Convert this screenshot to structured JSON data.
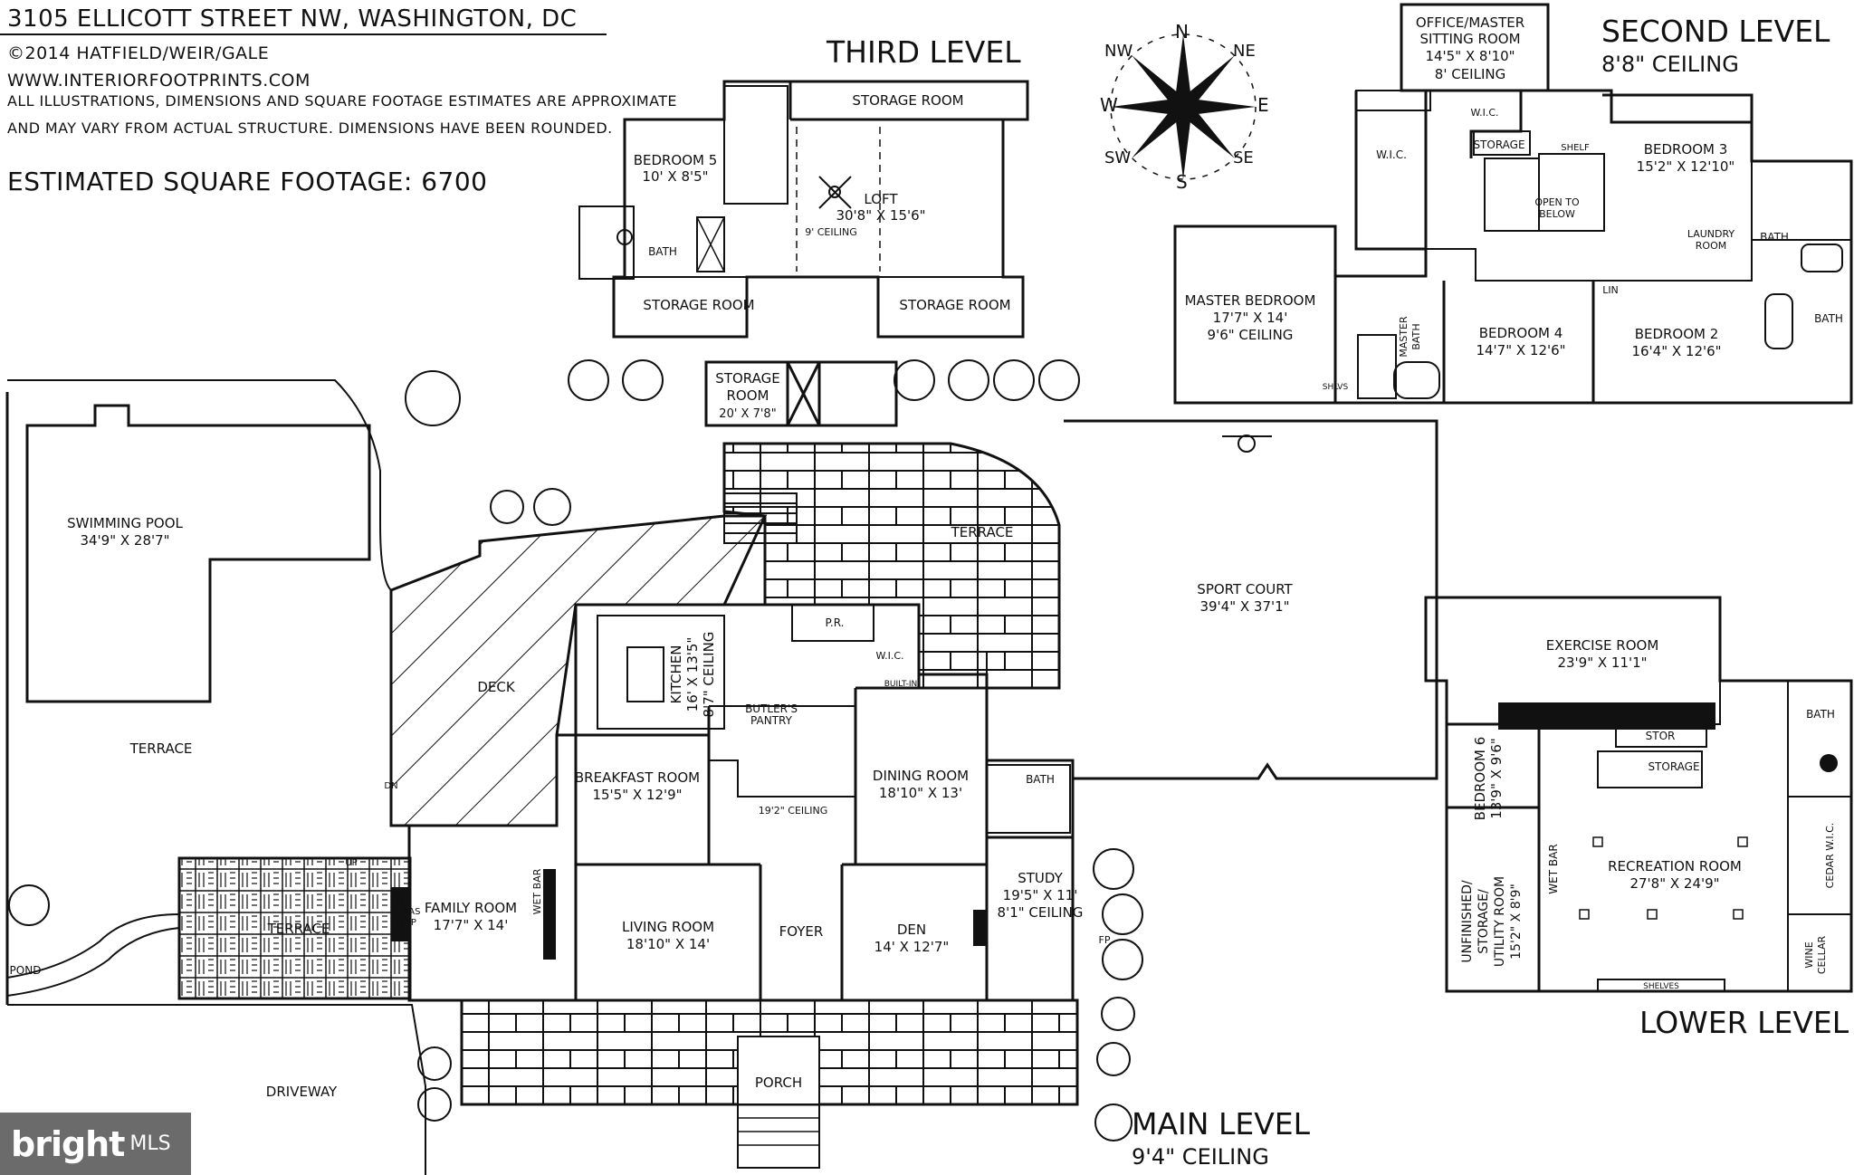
{
  "header": {
    "address": "3105 ELLICOTT STREET NW, WASHINGTON, DC",
    "copyright": "©2014 HATFIELD/WEIR/GALE",
    "website": "WWW.INTERIORFOOTPRINTS.COM",
    "disclaimer_line1": "ALL ILLUSTRATIONS, DIMENSIONS AND SQUARE FOOTAGE ESTIMATES ARE APPROXIMATE",
    "disclaimer_line2": "AND MAY VARY FROM ACTUAL STRUCTURE. DIMENSIONS HAVE BEEN ROUNDED.",
    "square_footage": "ESTIMATED SQUARE FOOTAGE: 6700"
  },
  "compass": {
    "n": "N",
    "s": "S",
    "e": "E",
    "w": "W",
    "ne": "NE",
    "nw": "NW",
    "se": "SE",
    "sw": "SW"
  },
  "levels": {
    "third": {
      "title": "THIRD LEVEL"
    },
    "second": {
      "title": "SECOND LEVEL",
      "ceiling": "8'8\" CEILING"
    },
    "main": {
      "title": "MAIN LEVEL",
      "ceiling": "9'4\" CEILING"
    },
    "lower": {
      "title": "LOWER LEVEL"
    }
  },
  "rooms": {
    "third_storage_top": "STORAGE ROOM",
    "bedroom5": "BEDROOM 5",
    "bedroom5_dim": "10' X 8'5\"",
    "loft": "LOFT",
    "loft_dim": "30'8\" X 15'6\"",
    "loft_ceiling": "9' CEILING",
    "third_bath": "BATH",
    "third_storage_left": "STORAGE ROOM",
    "third_storage_right": "STORAGE ROOM",
    "office": "OFFICE/MASTER",
    "office2": "SITTING ROOM",
    "office_dim": "14'5\" X 8'10\"",
    "office_ceiling": "8' CEILING",
    "wic_a": "W.I.C.",
    "wic_b": "W.I.C.",
    "second_storage": "STORAGE",
    "shelf": "SHELF",
    "open_below1": "OPEN TO",
    "open_below2": "BELOW",
    "bedroom3": "BEDROOM 3",
    "bedroom3_dim": "15'2\" X 12'10\"",
    "laundry1": "LAUNDRY",
    "laundry2": "ROOM",
    "bath_2a": "BATH",
    "bath_2b": "BATH",
    "master_bed": "MASTER BEDROOM",
    "master_bed_dim": "17'7\" X 14'",
    "master_bed_ceiling": "9'6\" CEILING",
    "master_bath1": "MASTER",
    "master_bath2": "BATH",
    "bedroom4": "BEDROOM 4",
    "bedroom4_dim": "14'7\" X 12'6\"",
    "lin": "LIN",
    "bedroom2": "BEDROOM 2",
    "bedroom2_dim": "16'4\" X 12'6\"",
    "shlvs": "SHLVS",
    "storage_main1": "STORAGE",
    "storage_main2": "ROOM",
    "storage_main_dim": "20' X 7'8\"",
    "pool": "SWIMMING POOL",
    "pool_dim": "34'9\" X 28'7\"",
    "terrace_top": "TERRACE",
    "sport_court": "SPORT COURT",
    "sport_court_dim": "39'4\" X 37'1\"",
    "deck": "DECK",
    "terrace_left": "TERRACE",
    "kitchen": "KITCHEN",
    "kitchen_dim": "16' X 13'5\"",
    "kitchen_ceiling": "8'7\" CEILING",
    "pr": "P.R.",
    "wic_main": "W.I.C.",
    "builtin": "BUILT-IN",
    "butler1": "BUTLER'S",
    "butler2": "PANTRY",
    "breakfast": "BREAKFAST ROOM",
    "breakfast_dim": "15'5\" X 12'9\"",
    "ceiling_192": "19'2\" CEILING",
    "dining": "DINING ROOM",
    "dining_dim": "18'10\" X 13'",
    "main_bath": "BATH",
    "family": "FAMILY ROOM",
    "family_dim": "17'7\" X 14'",
    "wet_bar": "WET BAR",
    "gas_fp1": "GAS",
    "gas_fp2": "FP",
    "living": "LIVING ROOM",
    "living_dim": "18'10\" X 14'",
    "foyer": "FOYER",
    "den": "DEN",
    "den_dim": "14' X 12'7\"",
    "study": "STUDY",
    "study_dim": "19'5\" X 11'",
    "study_ceiling": "8'1\" CEILING",
    "terrace_patio": "TERRACE",
    "pond": "POND",
    "porch": "PORCH",
    "driveway": "DRIVEWAY",
    "exercise": "EXERCISE ROOM",
    "exercise_dim": "23'9\" X 11'1\"",
    "lower_bath": "BATH",
    "stor": "STOR",
    "lower_storage": "STORAGE",
    "bedroom6": "BEDROOM 6",
    "bedroom6_dim": "13'9\" X 9'6\"",
    "recreation": "RECREATION ROOM",
    "recreation_dim": "27'8\" X 24'9\"",
    "lower_wetbar": "WET BAR",
    "cedar": "CEDAR W.I.C.",
    "unfinished1": "UNFINISHED/",
    "unfinished2": "STORAGE/",
    "unfinished3": "UTILITY ROOM",
    "unfinished_dim": "15'2\" X 8'9\"",
    "wine1": "WINE",
    "wine2": "CELLAR",
    "shelves": "SHELVES",
    "fp": "FP",
    "up": "UP",
    "dn": "DN"
  },
  "logo": {
    "main": "bright",
    "sub": "MLS"
  }
}
